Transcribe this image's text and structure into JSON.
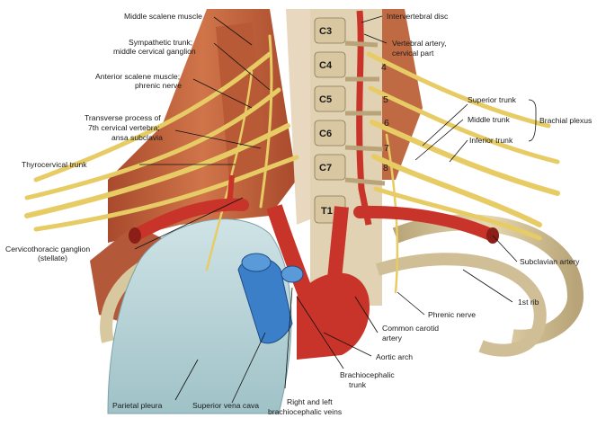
{
  "labels": {
    "middle_scalene": "Middle scalene muscle",
    "sympathetic_1": "Sympathetic trunk;",
    "sympathetic_2": "middle cervical ganglion",
    "anterior_scalene_1": "Anterior scalene muscle;",
    "anterior_scalene_2": "phrenic nerve",
    "transverse_1": "Transverse process of",
    "transverse_2": "7th cervical vertebra;",
    "transverse_3": "ansa subclavia",
    "thyrocervical": "Thyrocervical trunk",
    "cervicothoracic_1": "Cervicothoracic ganglion",
    "cervicothoracic_2": "(stellate)",
    "parietal_pleura": "Parietal pleura",
    "svc": "Superior vena cava",
    "brachiocephalic_veins_1": "Right and left",
    "brachiocephalic_veins_2": "brachiocephalic veins",
    "brachiocephalic_trunk_1": "Brachiocephalic",
    "brachiocephalic_trunk_2": "trunk",
    "aortic_arch": "Aortic arch",
    "common_carotid_1": "Common carotid",
    "common_carotid_2": "artery",
    "phrenic_nerve": "Phrenic nerve",
    "first_rib": "1st rib",
    "subclavian_artery": "Subclavian artery",
    "intervertebral_disc": "Intervertebral disc",
    "vertebral_artery_1": "Vertebral artery,",
    "vertebral_artery_2": "cervical part",
    "superior_trunk": "Superior trunk",
    "middle_trunk": "Middle trunk",
    "inferior_trunk": "Inferior trunk",
    "brachial_plexus": "Brachial plexus"
  },
  "vertebrae": [
    "C3",
    "C4",
    "C5",
    "C6",
    "C7",
    "T1"
  ],
  "nerve_roots": [
    "4",
    "5",
    "6",
    "7",
    "8"
  ],
  "colors": {
    "artery": "#c8342a",
    "vein": "#3a7fc8",
    "nerve": "#e8d070",
    "muscle": "#c0603a",
    "pleura": "#b8d4d8",
    "bone": "#d8c8a0"
  }
}
